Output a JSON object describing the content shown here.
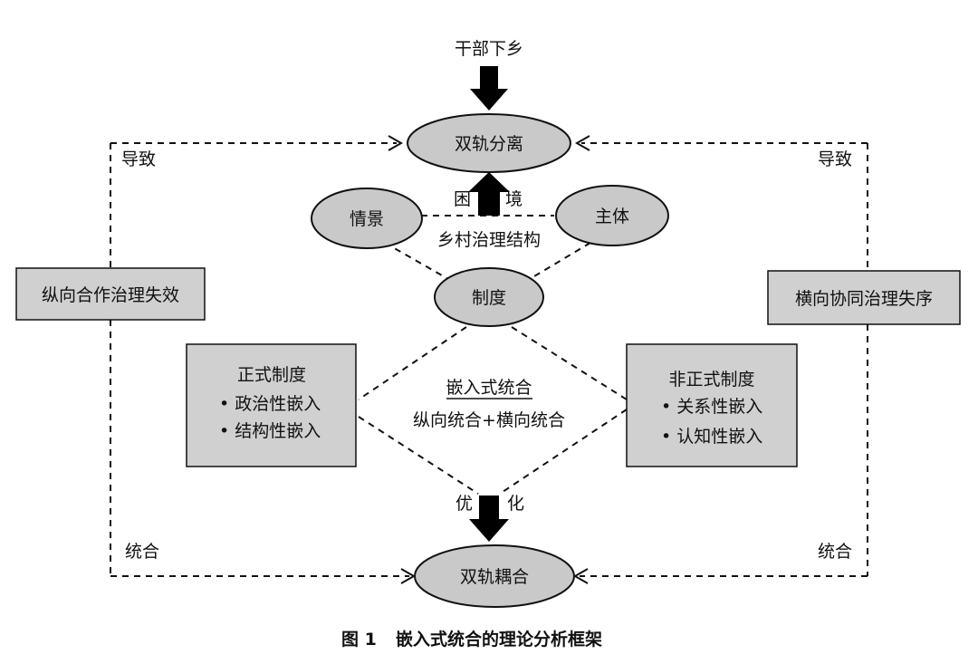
{
  "top": {
    "label": "干部下乡"
  },
  "nodes": {
    "dual_separation": "双轨分离",
    "scene": "情景",
    "subject": "主体",
    "institution": "制度",
    "dual_coupling": "双轨耦合"
  },
  "center": {
    "dilemma_1": "困",
    "dilemma_2": "境",
    "rural_structure": "乡村治理结构",
    "embed_title": "嵌入式统合",
    "embed_sub": "纵向统合+横向统合",
    "optimize_1": "优",
    "optimize_2": "化"
  },
  "left": {
    "lead_to": "导致",
    "failure_box": "纵向合作治理失效",
    "integrate": "统合",
    "formal_title": "正式制度",
    "formal_items": [
      "• 政治性嵌入",
      "• 结构性嵌入"
    ]
  },
  "right": {
    "lead_to": "导致",
    "disorder_box": "横向协同治理失序",
    "integrate": "统合",
    "informal_title": "非正式制度",
    "informal_items": [
      "• 关系性嵌入",
      "• 认知性嵌入"
    ]
  },
  "caption": {
    "fig": "图 1",
    "title": "嵌入式统合的理论分析框架"
  }
}
